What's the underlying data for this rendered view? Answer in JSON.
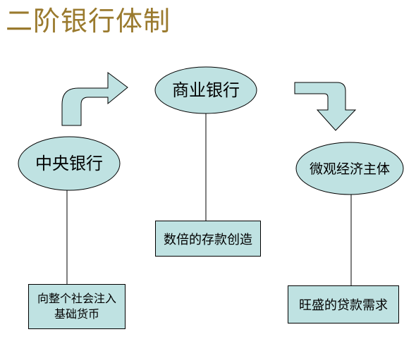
{
  "title": "二阶银行体制",
  "nodes": {
    "central_bank": "中央银行",
    "commercial_bank": "商业银行",
    "micro_entity": "微观经济主体"
  },
  "boxes": {
    "base_money_line1": "向整个社会注入",
    "base_money_line2": "基础货币",
    "deposit_creation": "数倍的存款创造",
    "loan_demand": "旺盛的贷款需求"
  },
  "colors": {
    "title": "#9a7a2e",
    "fill": "#bfe2e2",
    "stroke": "#000000"
  }
}
